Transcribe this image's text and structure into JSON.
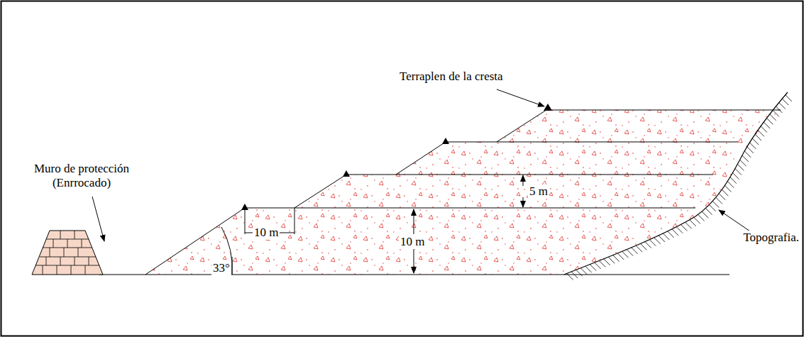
{
  "diagram": {
    "labels": [
      "Terraplen de la cresta",
      "Muro de protección (Enrrocado)",
      "5 m",
      "10 m",
      "10 m",
      "33°",
      "Topografia."
    ]
  }
}
